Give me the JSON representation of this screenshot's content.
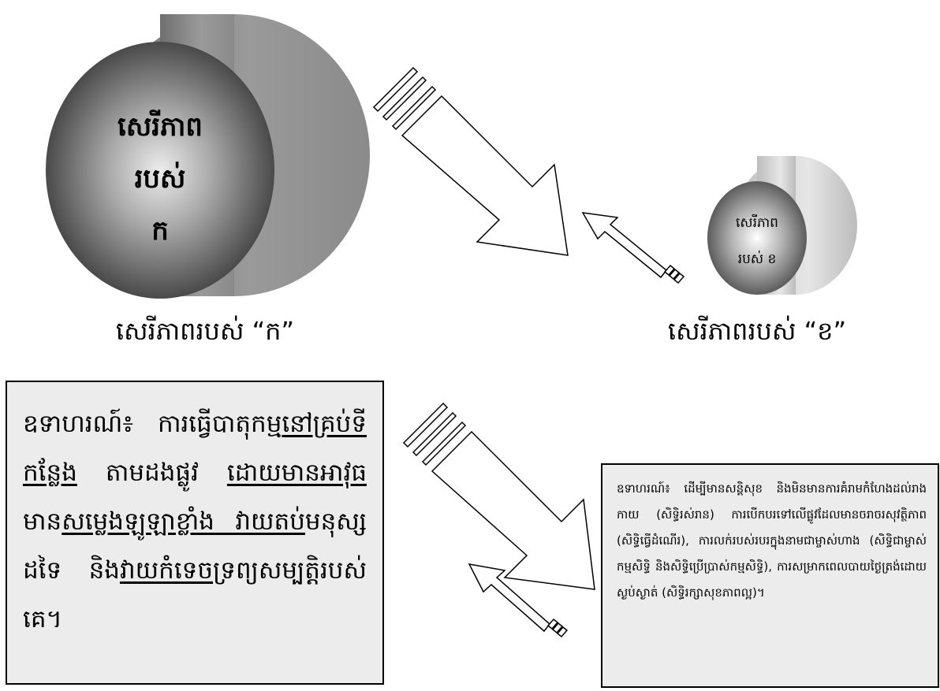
{
  "circle_a": {
    "lines": [
      "សេរីភាព",
      "របស់",
      "ក"
    ]
  },
  "circle_b": {
    "lines": [
      "សេរីភាព",
      "របស់ ខ"
    ]
  },
  "caption_a": "សេរីភាពរបស់ “ក”",
  "caption_b": "សេរីភាពរបស់ “ខ”",
  "example_a": {
    "segments": [
      {
        "text": "ឧទាហរណ៍៖  ការធ្វើបាតុកម្ម",
        "underline": false
      },
      {
        "text": "នៅគ្រប់ទីកន្លែង",
        "underline": true
      },
      {
        "text": " តាមដងផ្លូវ ",
        "underline": false
      },
      {
        "text": "ដោយមានអាវុធ",
        "underline": true
      },
      {
        "text": " មាន",
        "underline": false
      },
      {
        "text": "សម្លេងឡូឡាខ្លាំង វាយតប់",
        "underline": true
      },
      {
        "text": "មនុស្សដទៃ  និង",
        "underline": false
      },
      {
        "text": "វាយកំទេច",
        "underline": true
      },
      {
        "text": "ទ្រព្យសម្បត្តិរបស់គេ។",
        "underline": false
      }
    ]
  },
  "example_b": {
    "text": "ឧទាហរណ៍៖ ដើម្បីមានសន្តិសុខ និងមិនមានការគំរាមកំហែងដល់រាងកាយ (សិទ្ធិរស់រាន) ការបើកបរទៅលើផ្លូវដែលមានចរាចរសុវត្ថិភាព (សិទ្ធិធ្វើដំណើរ), ការលក់របស់របរក្នុងនាមជាម្ចាស់ហាង (សិទ្ធិជាម្ចាស់កម្មសិទ្ធិ និងសិទ្ធិប្រើប្រាស់កម្មសិទ្ធិ),  ការសម្រាកពេលបាយថ្ងៃត្រង់ដោយស្ងប់ស្ងាត់ (សិទ្ធិរក្សាសុខភាពល្អ)។"
  },
  "colors": {
    "box_fill": "#ececec",
    "arrow_fill": "#ffffff",
    "stroke": "#000000"
  }
}
